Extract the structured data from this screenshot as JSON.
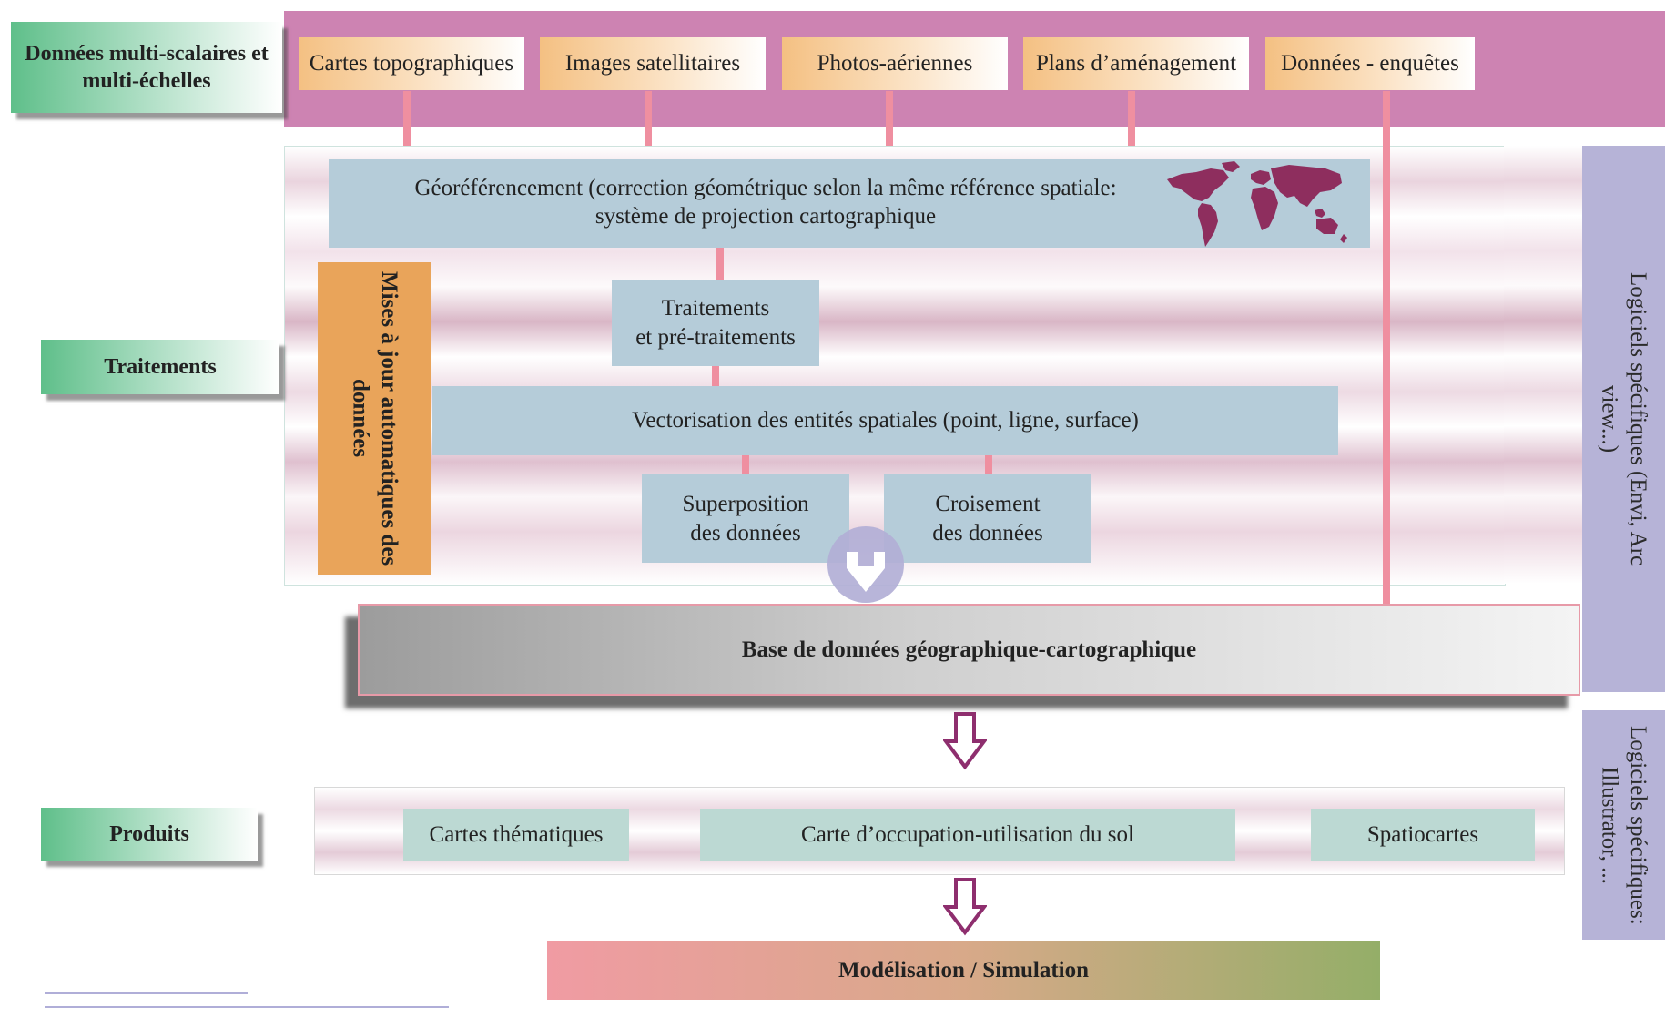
{
  "categories": {
    "donnees": "Données multi-scalaires et multi-échelles",
    "traitements": "Traitements",
    "produits": "Produits"
  },
  "sources": [
    "Cartes topographiques",
    "Images satellitaires",
    "Photos-aériennes",
    "Plans d’aménagement",
    "Données - enquêtes"
  ],
  "processing": {
    "georef_line1": "Géoréférencement (correction géométrique selon la même référence spatiale:",
    "georef_line2": "système de projection cartographique",
    "traitements_line1": "Traitements",
    "traitements_line2": "et pré-traitements",
    "vectorisation": "Vectorisation des entités spatiales (point, ligne, surface)",
    "superposition_line1": "Superposition",
    "superposition_line2": "des données",
    "croisement_line1": "Croisement",
    "croisement_line2": "des données",
    "mises_a_jour": "Mises à jour automatiques des données"
  },
  "software": {
    "gis": "Logiciels spécifiques (Envi, Arc view...)",
    "graphics": "Logiciels spécifiques: Illustrator, ..."
  },
  "database": "Base de données géographique-cartographique",
  "products": {
    "thematic": "Cartes thématiques",
    "landuse": "Carte d’occupation-utilisation du sol",
    "spatio": "Spatiocartes"
  },
  "final": "Modélisation / Simulation",
  "colors": {
    "top_band": "#cd83b2",
    "source_box": "#f4c082",
    "connector": "#ef8fa0",
    "process_box": "#b5ccd9",
    "update_box": "#e9a45a",
    "software_panel": "#b6b3d7",
    "product_box": "#bcd9d3",
    "world_map": "#8e2e5e",
    "arrow_outline": "#8e2e6e"
  },
  "icons": [
    "world-map-icon",
    "down-arrow-icon",
    "hollow-down-arrow-icon"
  ]
}
